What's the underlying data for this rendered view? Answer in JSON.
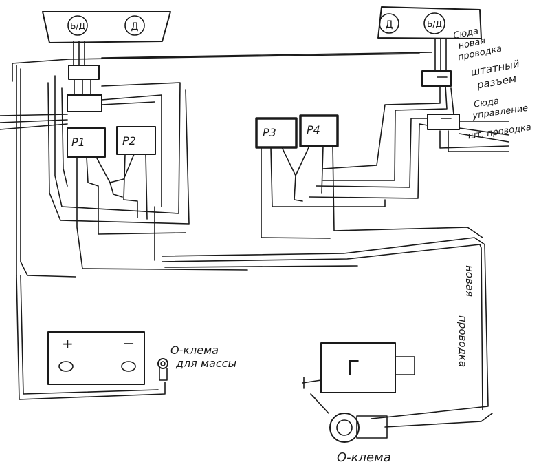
{
  "headlamp_left": {
    "circle_1": "Б/Д",
    "circle_2": "Д"
  },
  "headlamp_right": {
    "circle_1": "Д",
    "circle_2": "Б/Д"
  },
  "relays": {
    "r1": "Р1",
    "r2": "Р2",
    "r3": "Р3",
    "r4": "Р4"
  },
  "labels": {
    "syuda_novaya_line1": "Сюда",
    "syuda_novaya_line2": "новая",
    "syuda_novaya_line3": "проводка",
    "shtatnyi_line1": "штатный",
    "shtatnyi_line2": "разъем",
    "syuda_upr_line1": "Сюда",
    "syuda_upr_line2": "управление",
    "sht_provodka": "шт. проводка",
    "novaya_line1": "новая",
    "novaya_line2": "проводка",
    "klema_massa_line1": "О-клема",
    "klema_massa_line2": "для массы",
    "klema_bottom": "О-клема"
  },
  "battery": {
    "plus": "+",
    "minus": "−"
  },
  "generator": {
    "symbol": "Г"
  }
}
